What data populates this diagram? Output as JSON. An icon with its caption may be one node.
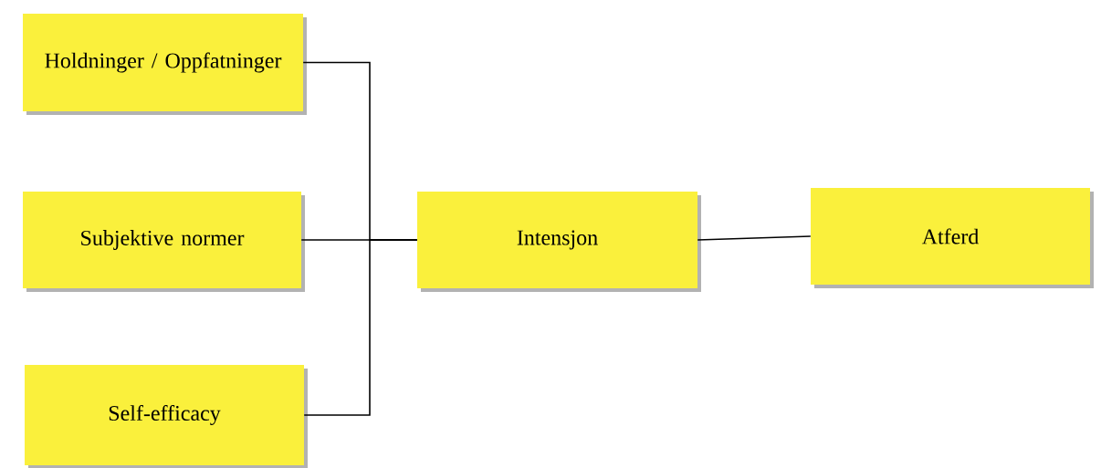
{
  "diagram": {
    "nodes": [
      {
        "text": [
          "Holdninger / Oppfatninger"
        ]
      },
      {
        "text": [
          "Subjektive normer"
        ]
      },
      {
        "text": [
          "Self-efficacy"
        ]
      },
      {
        "text": [
          "Intensjon"
        ]
      },
      {
        "text": [
          "Atferd"
        ]
      }
    ],
    "edges": [
      {
        "from": 0,
        "to": 3,
        "arrow": "none"
      },
      {
        "from": 1,
        "to": 3,
        "arrow": "none"
      },
      {
        "from": 2,
        "to": 3,
        "arrow": "none"
      },
      {
        "from": 3,
        "to": 4,
        "arrow": "none"
      }
    ]
  }
}
